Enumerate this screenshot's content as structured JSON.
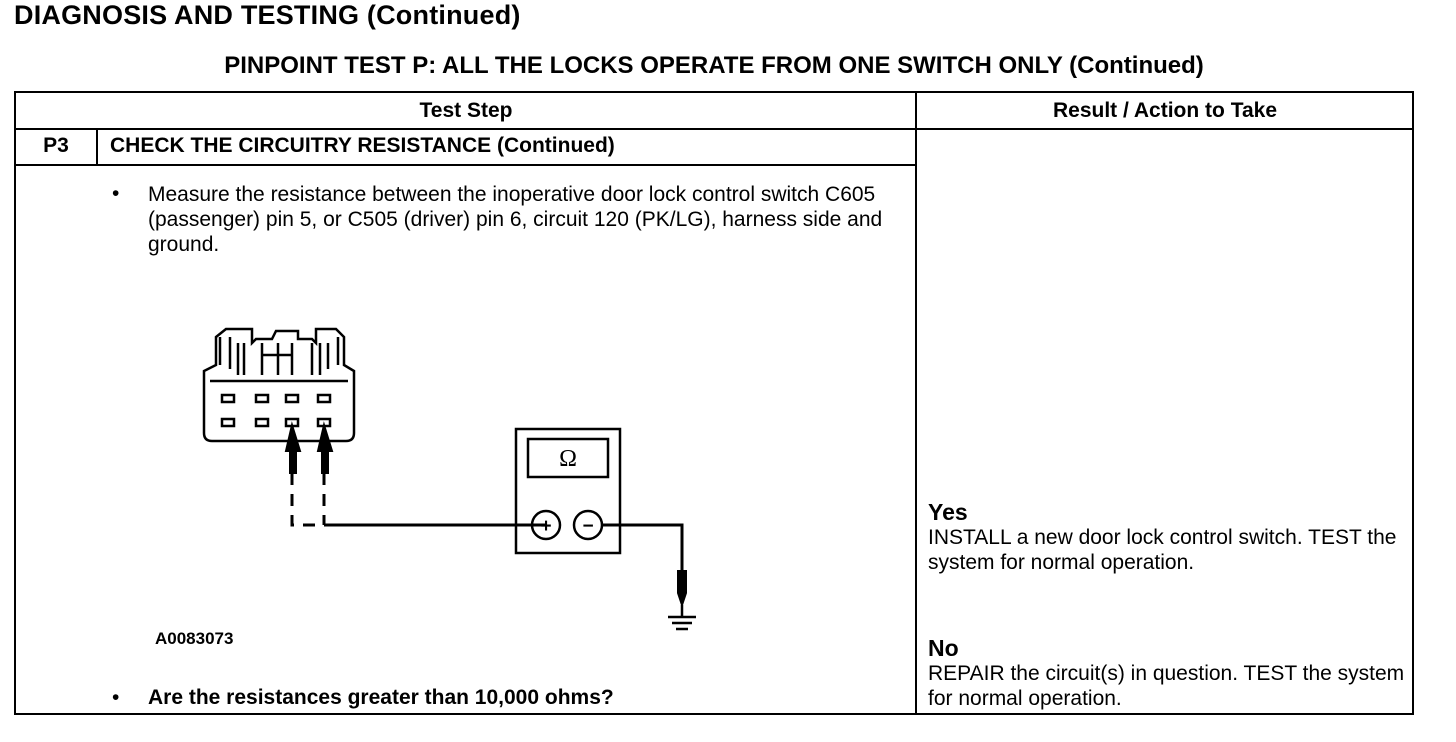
{
  "page_title": "DIAGNOSIS AND TESTING (Continued)",
  "test_title": "PINPOINT TEST P: ALL THE LOCKS OPERATE FROM ONE SWITCH ONLY (Continued)",
  "table": {
    "header_step": "Test Step",
    "header_result": "Result / Action to Take",
    "step_id": "P3",
    "step_name": "CHECK THE CIRCUITRY RESISTANCE (Continued)",
    "bullet": "•",
    "instruction": "Measure the resistance between the inoperative door lock control switch C605 (passenger) pin 5, or C505 (driver) pin 6, circuit 120 (PK/LG), harness side and ground.",
    "figure_id": "A0083073",
    "question": "Are the resistances greater than 10,000 ohms?",
    "meter_symbol": "Ω",
    "meter_plus": "+",
    "meter_minus": "−"
  },
  "results": {
    "yes_label": "Yes",
    "yes_text": "INSTALL a new door lock control switch. TEST the system for normal operation.",
    "no_label": "No",
    "no_text": "REPAIR the circuit(s) in question. TEST the system for normal operation."
  }
}
